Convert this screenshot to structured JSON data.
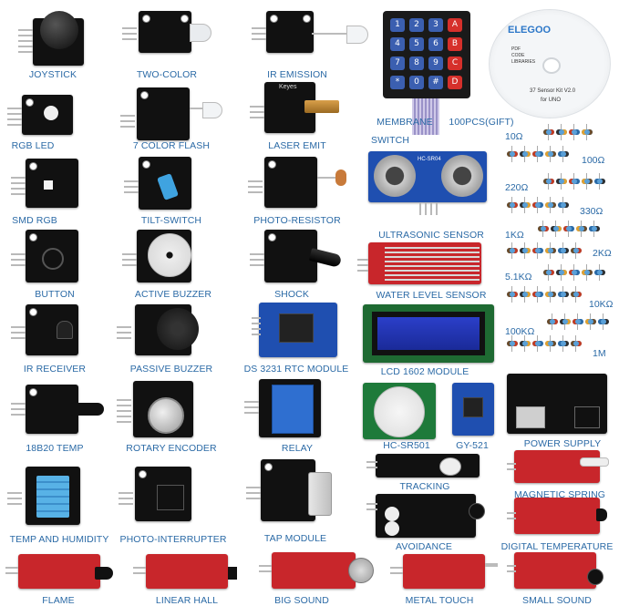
{
  "labels": {
    "joystick": "JOYSTICK",
    "two_color": "TWO-COLOR",
    "ir_emission": "IR EMISSION",
    "rgb_led": "RGB LED",
    "color_flash": "7 COLOR FLASH",
    "laser_emit": "LASER EMIT",
    "membrane": "MEMBRANE",
    "switch": "SWITCH",
    "resistors": "100PCS(GIFT)",
    "smd_rgb": "SMD RGB",
    "tilt_switch": "TILT-SWITCH",
    "photo_resistor": "PHOTO-RESISTOR",
    "ultrasonic": "ULTRASONIC SENSOR",
    "button": "BUTTON",
    "active_buzzer": "ACTIVE BUZZER",
    "shock": "SHOCK",
    "water_level": "WATER LEVEL SENSOR",
    "ir_receiver": "IR RECEIVER",
    "passive_buzzer": "PASSIVE BUZZER",
    "rtc": "DS 3231 RTC MODULE",
    "lcd": "LCD 1602 MODULE",
    "temp_18b20": "18B20 TEMP",
    "rotary": "ROTARY ENCODER",
    "relay": "RELAY",
    "hc_sr501": "HC-SR501",
    "gy_521": "GY-521",
    "power_supply": "POWER SUPPLY",
    "tracking": "TRACKING",
    "magnetic_spring": "MAGNETIC SPRING",
    "temp_humidity": "TEMP AND HUMIDITY",
    "photo_interrupter": "PHOTO-INTERRUPTER",
    "tap": "TAP MODULE",
    "avoidance": "AVOIDANCE",
    "digital_temp": "DIGITAL TEMPERATURE",
    "flame": "FLAME",
    "linear_hall": "LINEAR HALL",
    "big_sound": "BIG SOUND",
    "metal_touch": "METAL TOUCH",
    "small_sound": "SMALL SOUND"
  },
  "resistor_values": [
    "10Ω",
    "100Ω",
    "220Ω",
    "330Ω",
    "1KΩ",
    "2KΩ",
    "5.1KΩ",
    "10KΩ",
    "100KΩ",
    "1M"
  ],
  "cd": {
    "brand": "ELEGOO",
    "line1": "PDF",
    "line2": "CODE",
    "line3": "LIBRARIES",
    "kit": "37 Sensor Kit V2.0",
    "for": "for UNO"
  },
  "keypad_keys": [
    "1",
    "2",
    "3",
    "A",
    "4",
    "5",
    "6",
    "B",
    "7",
    "8",
    "9",
    "C",
    "*",
    "0",
    "#",
    "D"
  ],
  "module_marks": {
    "keyes": "Keyes",
    "hc_sr04": "HC-SR04"
  },
  "colors": {
    "label": "#2b6aa6",
    "board_black": "#111111",
    "board_red": "#c8262b",
    "board_blue": "#1f4fb0",
    "keypad_blue": "#3b5fb0",
    "keypad_red": "#d6302b"
  }
}
